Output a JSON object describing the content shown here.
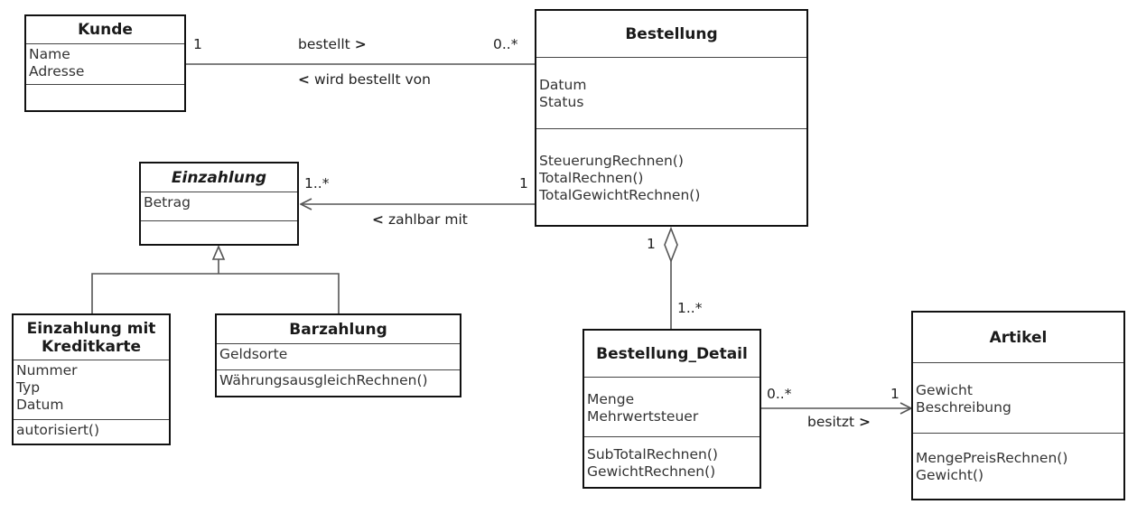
{
  "classes": {
    "kunde": {
      "name": "Kunde",
      "attributes": [
        "Name",
        "Adresse"
      ],
      "methods": []
    },
    "bestellung": {
      "name": "Bestellung",
      "attributes": [
        "Datum",
        "Status"
      ],
      "methods": [
        "SteuerungRechnen()",
        "TotalRechnen()",
        "TotalGewichtRechnen()"
      ]
    },
    "einzahlung": {
      "name": "Einzahlung",
      "attributes": [
        "Betrag"
      ],
      "methods": []
    },
    "kreditkarte": {
      "name_line1": "Einzahlung mit",
      "name_line2": "Kreditkarte",
      "attributes": [
        "Nummer",
        "Typ",
        "Datum"
      ],
      "methods": [
        "autorisiert()"
      ]
    },
    "barzahlung": {
      "name": "Barzahlung",
      "attributes": [
        "Geldsorte"
      ],
      "methods": [
        "WährungsausgleichRechnen()"
      ]
    },
    "detail": {
      "name": "Bestellung_Detail",
      "attributes": [
        "Menge",
        "Mehrwertsteuer"
      ],
      "methods": [
        "SubTotalRechnen()",
        "GewichtRechnen()"
      ]
    },
    "artikel": {
      "name": "Artikel",
      "attributes": [
        "Gewicht",
        "Beschreibung"
      ],
      "methods": [
        "MengePreisRechnen()",
        "Gewicht()"
      ]
    }
  },
  "associations": {
    "kunde_bestellung": {
      "mult_left": "1",
      "mult_right": "0..*",
      "label_forward": "bestellt",
      "label_backward": "wird bestellt von",
      "arrow_forward": ">",
      "arrow_backward": "<"
    },
    "bestellung_einzahlung": {
      "mult_left": "1..*",
      "mult_right": "1",
      "label": "zahlbar mit",
      "arrow": "<"
    },
    "bestellung_detail": {
      "mult_top": "1",
      "mult_bottom": "1..*"
    },
    "detail_artikel": {
      "mult_left": "0..*",
      "mult_right": "1",
      "label": "besitzt",
      "arrow": ">"
    }
  }
}
